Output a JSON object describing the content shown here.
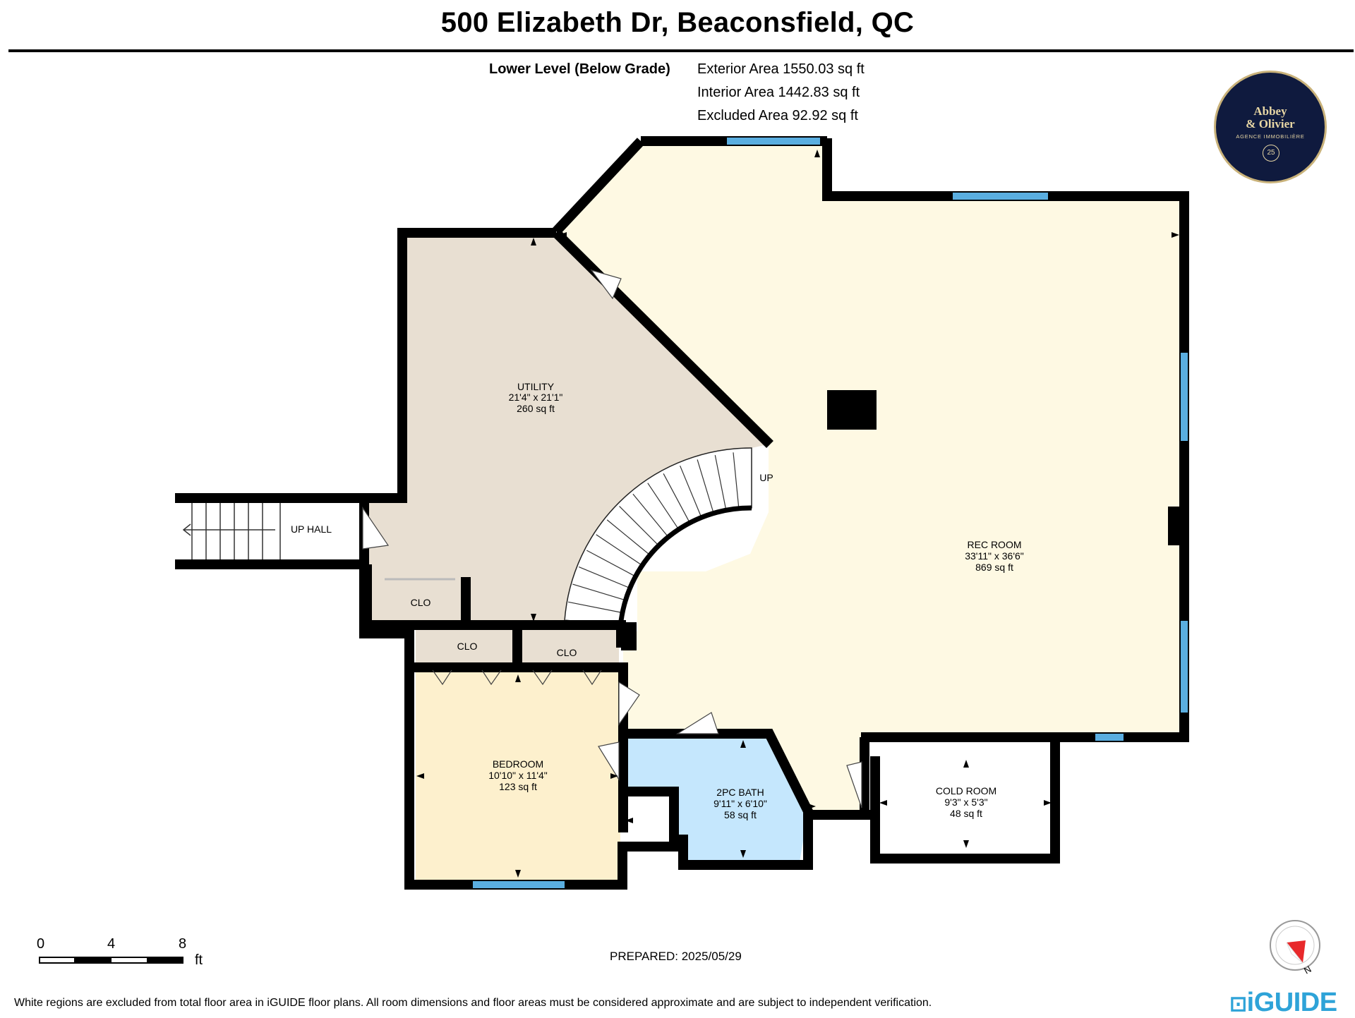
{
  "header": {
    "title": "500 Elizabeth Dr, Beaconsfield, QC",
    "level": "Lower Level (Below Grade)",
    "exterior_area": "Exterior Area 1550.03 sq ft",
    "interior_area": "Interior Area 1442.83 sq ft",
    "excluded_area": "Excluded Area 92.92 sq ft"
  },
  "rooms": {
    "utility": {
      "name": "UTILITY",
      "dims": "21'4\" x 21'1\"",
      "area": "260 sq ft"
    },
    "rec_room": {
      "name": "REC ROOM",
      "dims": "33'11\" x 36'6\"",
      "area": "869 sq ft"
    },
    "bedroom": {
      "name": "BEDROOM",
      "dims": "10'10\" x 11'4\"",
      "area": "123 sq ft"
    },
    "bath": {
      "name": "2PC BATH",
      "dims": "9'11\" x 6'10\"",
      "area": "58 sq ft"
    },
    "cold_room": {
      "name": "COLD ROOM",
      "dims": "9'3\" x 5'3\"",
      "area": "48 sq ft"
    },
    "clo1": "CLO",
    "clo2": "CLO",
    "clo3": "CLO",
    "up_hall": "UP HALL",
    "stairs_up": "UP"
  },
  "colors": {
    "utility": "#e8dfd2",
    "rec_room": "#fef9e3",
    "bedroom": "#fdf0cd",
    "bath": "#c5e7fd",
    "window": "#5aaee0",
    "wall": "#000000"
  },
  "scale_bar": {
    "labels": [
      "0",
      "4",
      "8"
    ],
    "unit": "ft"
  },
  "compass_letter": "N",
  "logo": {
    "line1": "Abbey",
    "line2": "& Olivier",
    "line3": "AGENCE IMMOBILIÈRE",
    "badge": "25"
  },
  "prepared": "PREPARED: 2025/05/29",
  "footer": "White regions are excluded from total floor area in iGUIDE floor plans. All room dimensions and floor areas must be considered approximate and are subject to independent verification.",
  "brand": "iGUIDE"
}
